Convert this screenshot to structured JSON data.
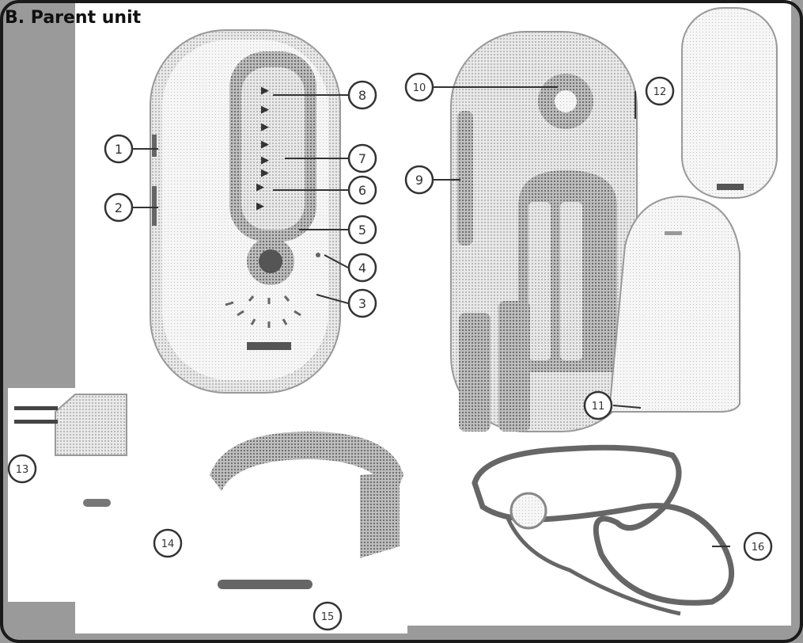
{
  "title": "B. Parent unit",
  "colors": {
    "frame": "#1a1a1a",
    "panel": "#9a9a9a",
    "paper": "#ffffff",
    "ink": "#222222",
    "shade": "#c7c7c7",
    "dark": "#7a7a7a"
  },
  "callouts": [
    "1",
    "2",
    "3",
    "4",
    "5",
    "6",
    "7",
    "8",
    "9",
    "10",
    "11",
    "12",
    "13",
    "14",
    "15",
    "16"
  ],
  "screen_marks": [
    "▶",
    "▶",
    "▶",
    "▶",
    "▶",
    "▶",
    "▶",
    "▶"
  ]
}
